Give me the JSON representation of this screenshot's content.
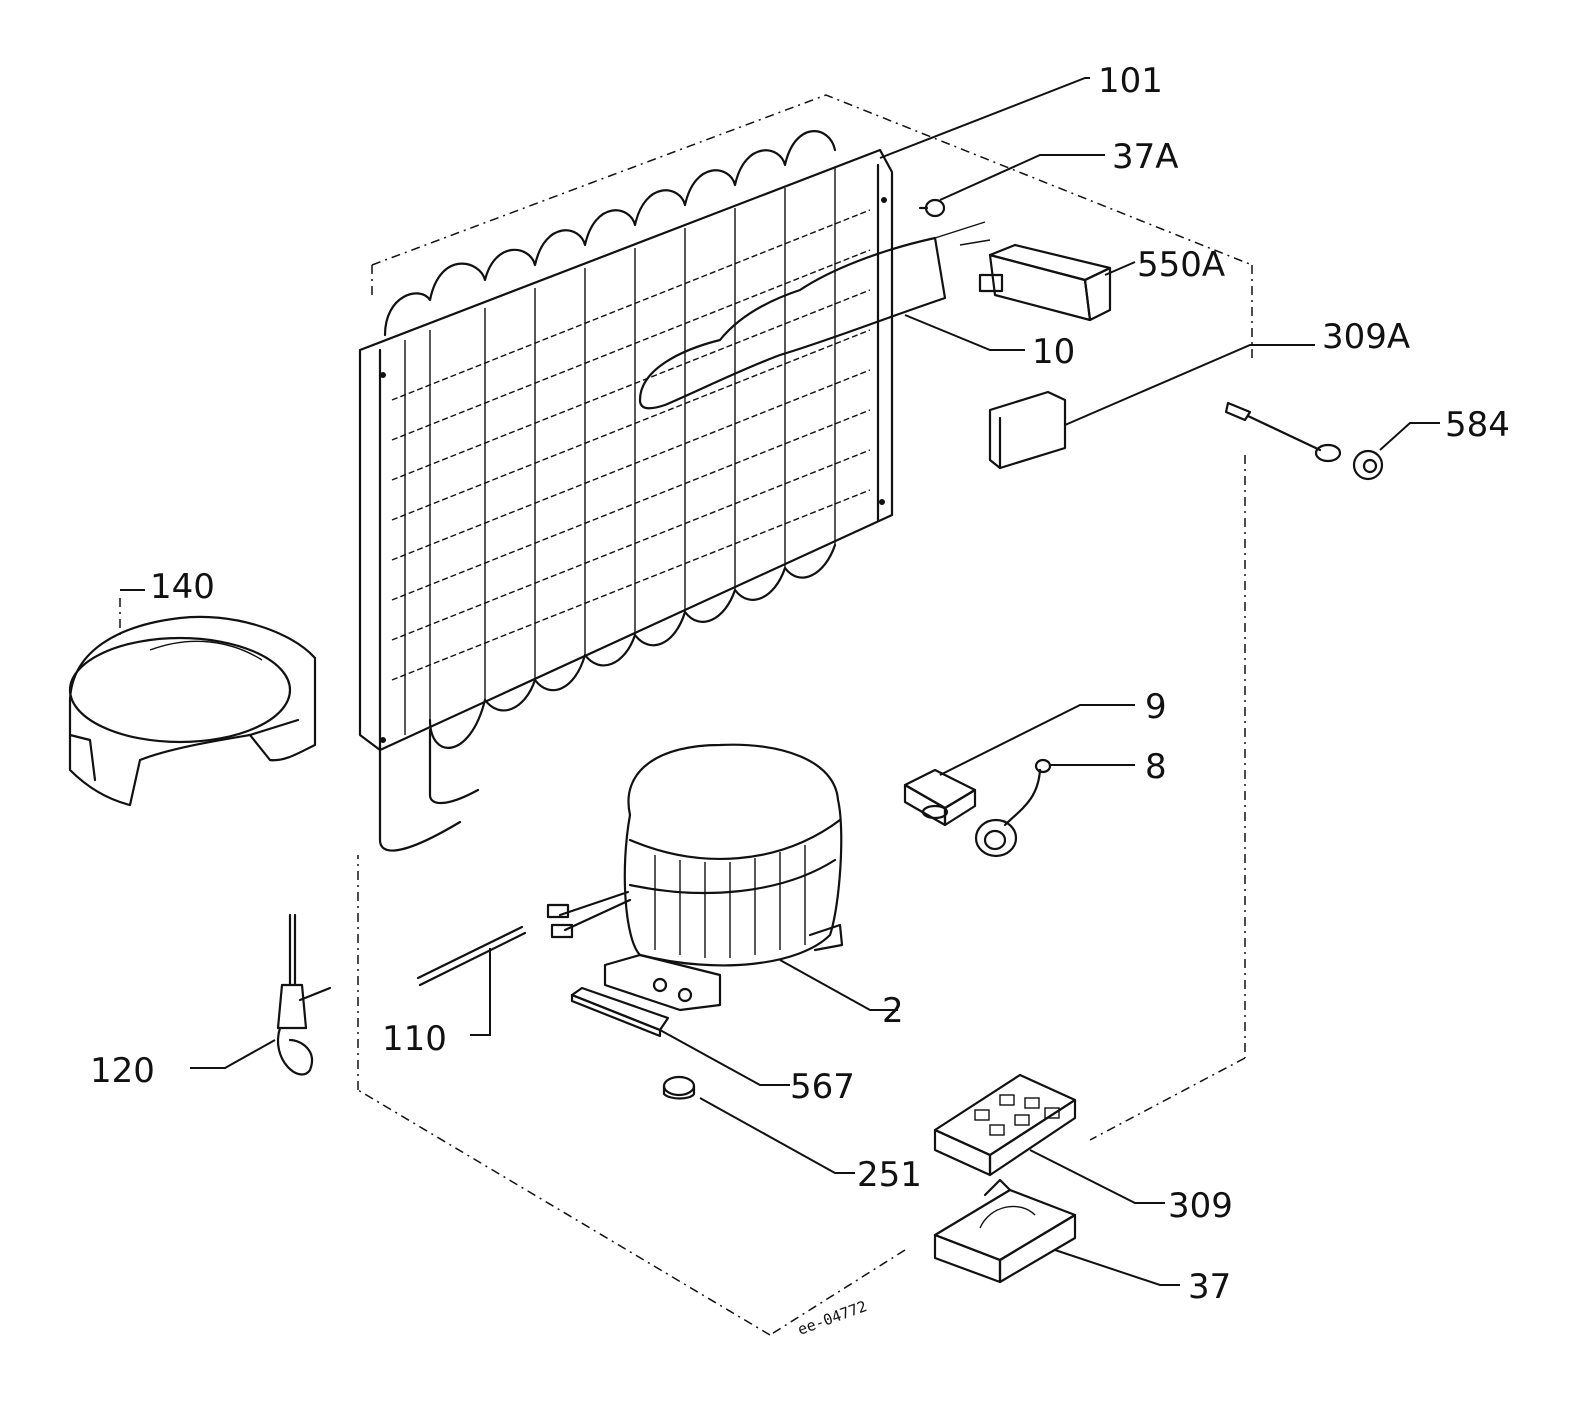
{
  "labels": {
    "p101": "101",
    "p37a": "37A",
    "p550a": "550A",
    "p10": "10",
    "p309a": "309A",
    "p584": "584",
    "p140": "140",
    "p9": "9",
    "p8": "8",
    "p2": "2",
    "p110": "110",
    "p120": "120",
    "p567": "567",
    "p251": "251",
    "p309": "309",
    "p37": "37"
  },
  "drawing_code": "ee-04772",
  "colors": {
    "ink": "#111111",
    "paper": "#ffffff"
  }
}
